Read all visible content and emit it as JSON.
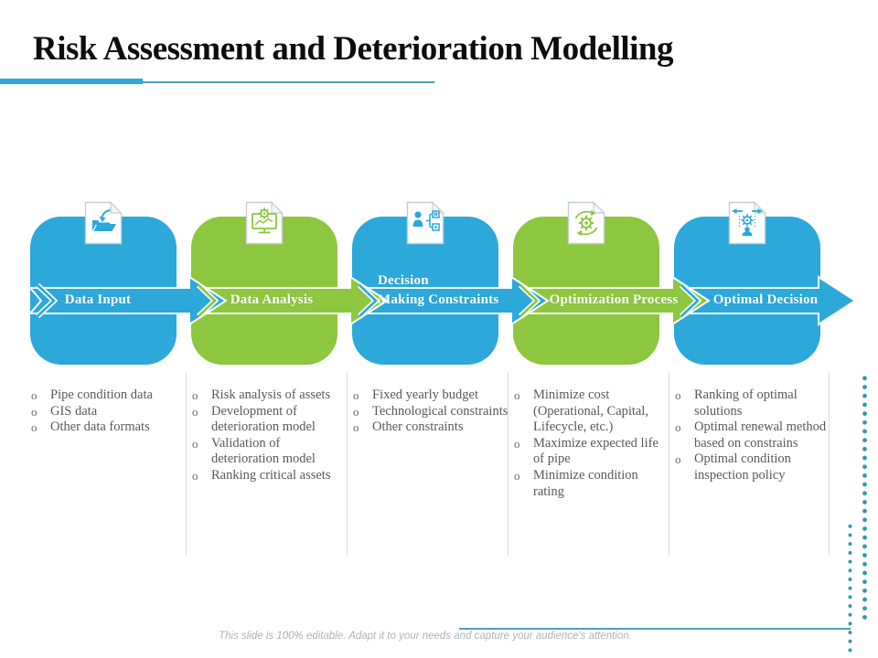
{
  "title": "Risk Assessment and Deterioration Modelling",
  "colors": {
    "blue": "#2ca8db",
    "green": "#8dc63f",
    "teal": "#2e96ab"
  },
  "process": {
    "steps": [
      {
        "label": "Data Input",
        "color": "blue",
        "icon": "open-folder-import-icon",
        "bullets": [
          "Pipe condition data",
          "GIS data",
          "Other data formats"
        ]
      },
      {
        "label": "Data Analysis",
        "color": "green",
        "icon": "monitor-analytics-icon",
        "bullets": [
          "Risk analysis of assets",
          "Development of deterioration model",
          "Validation of deterioration model",
          "Ranking critical assets"
        ]
      },
      {
        "label": "Decision\nMaking Constraints",
        "color": "blue",
        "icon": "decision-tree-icon",
        "bullets": [
          "Fixed yearly budget",
          "Technological constraints",
          "Other constraints"
        ]
      },
      {
        "label": "Optimization Process",
        "color": "green",
        "icon": "gear-cycle-icon",
        "bullets": [
          "Minimize cost (Operational, Capital, Lifecycle, etc.)",
          "Maximize expected life of pipe",
          "Minimize condition rating"
        ]
      },
      {
        "label": "Optimal Decision",
        "color": "blue",
        "icon": "optimal-solution-icon",
        "bullets": [
          "Ranking of optimal solutions",
          "Optimal renewal method based on constrains",
          "Optimal condition inspection policy"
        ]
      }
    ]
  },
  "footer": {
    "note": "This slide is 100% editable. Adapt it to your needs and capture your audience's attention."
  }
}
